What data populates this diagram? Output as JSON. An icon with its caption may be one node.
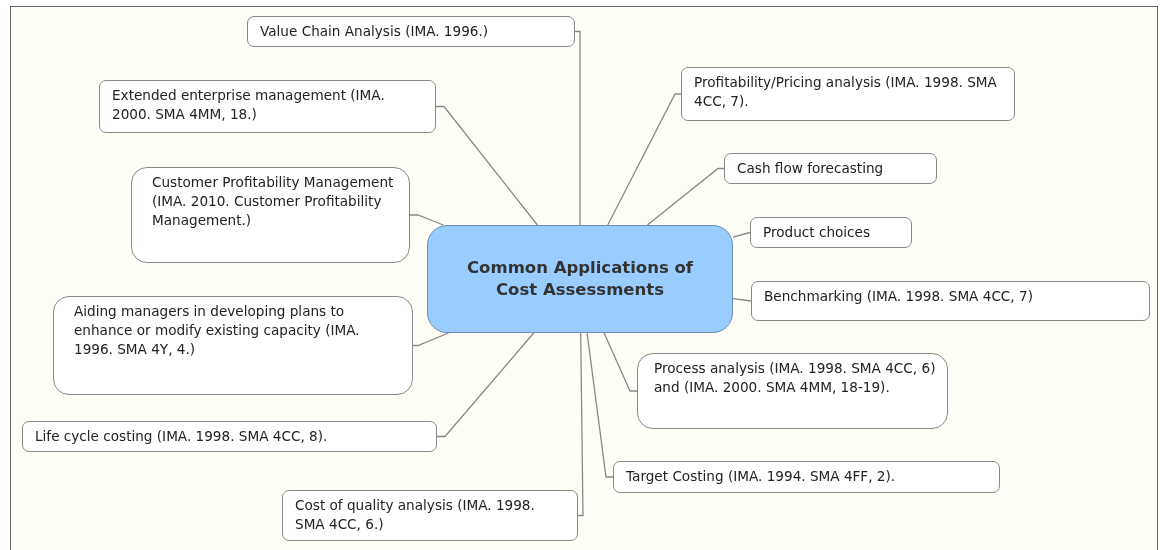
{
  "diagram": {
    "nodes": [
      {
        "text": [
          "Common Applications of Cost Assessments"
        ]
      },
      {
        "text": [
          "Value Chain Analysis (IMA. 1996.)"
        ]
      },
      {
        "text": [
          "Extended enterprise management (IMA. 2000. SMA 4MM, 18.)"
        ]
      },
      {
        "text": [
          "Customer Profitability Management (IMA. 2010. Customer Profitability Management.)"
        ]
      },
      {
        "text": [
          "Aiding managers in developing plans to enhance or modify existing capacity (IMA. 1996. SMA 4Y, 4.)"
        ]
      },
      {
        "text": [
          "Life cycle costing (IMA. 1998. SMA 4CC, 8)."
        ]
      },
      {
        "text": [
          "Cost of quality analysis (IMA. 1998. SMA 4CC, 6.)"
        ]
      },
      {
        "text": [
          "Profitability/Pricing analysis (IMA. 1998.  SMA 4CC, 7)."
        ]
      },
      {
        "text": [
          "Cash flow forecasting"
        ]
      },
      {
        "text": [
          "Product choices"
        ]
      },
      {
        "text": [
          "Benchmarking (IMA. 1998. SMA 4CC, 7)"
        ]
      },
      {
        "text": [
          "Process analysis (IMA. 1998. SMA 4CC, 6) and (IMA. 2000. SMA 4MM, 18-19)."
        ]
      },
      {
        "text": [
          "Target Costing (IMA. 1994. SMA 4FF, 2)."
        ]
      }
    ],
    "edges": [
      {
        "from": 0,
        "to": 1,
        "arrow": "none"
      },
      {
        "from": 0,
        "to": 2,
        "arrow": "none"
      },
      {
        "from": 0,
        "to": 3,
        "arrow": "none"
      },
      {
        "from": 0,
        "to": 4,
        "arrow": "none"
      },
      {
        "from": 0,
        "to": 5,
        "arrow": "none"
      },
      {
        "from": 0,
        "to": 6,
        "arrow": "none"
      },
      {
        "from": 0,
        "to": 7,
        "arrow": "none"
      },
      {
        "from": 0,
        "to": 8,
        "arrow": "none"
      },
      {
        "from": 0,
        "to": 9,
        "arrow": "none"
      },
      {
        "from": 0,
        "to": 10,
        "arrow": "none"
      },
      {
        "from": 0,
        "to": 11,
        "arrow": "none"
      },
      {
        "from": 0,
        "to": 12,
        "arrow": "none"
      }
    ]
  }
}
